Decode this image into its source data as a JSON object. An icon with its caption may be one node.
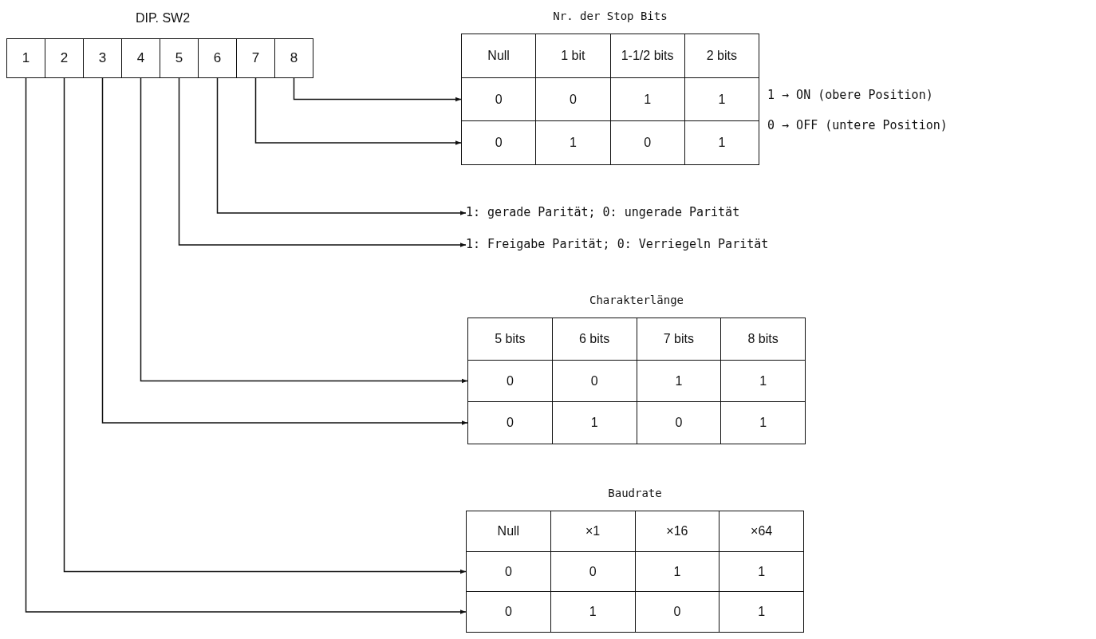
{
  "diagram": {
    "nodes": [
      {
        "text": [
          "DIP. SW2"
        ]
      },
      {
        "text": [
          "1"
        ],
        "in": 0
      },
      {
        "text": [
          "2"
        ],
        "in": 0
      },
      {
        "text": [
          "3"
        ],
        "in": 0
      },
      {
        "text": [
          "4"
        ],
        "in": 0
      },
      {
        "text": [
          "5"
        ],
        "in": 0
      },
      {
        "text": [
          "6"
        ],
        "in": 0
      },
      {
        "text": [
          "7"
        ],
        "in": 0
      },
      {
        "text": [
          "8"
        ],
        "in": 0
      },
      {
        "text": [
          "Nr. der Stop Bits"
        ]
      },
      {
        "text": [
          "Null",
          "1 bit",
          "1-1/2 bits",
          "2 bits"
        ],
        "in": 9
      },
      {
        "text": [
          "0",
          "0",
          "1",
          "1"
        ],
        "in": 9
      },
      {
        "text": [
          "0",
          "1",
          "0",
          "1"
        ],
        "in": 9
      },
      {
        "text": [
          "1: gerade Parität; 0: ungerade Parität"
        ]
      },
      {
        "text": [
          "1: Freigabe Parität; 0: Verriegeln  Parität"
        ]
      },
      {
        "text": [
          "Charakterlänge"
        ]
      },
      {
        "text": [
          "5 bits",
          "6 bits",
          "7 bits",
          "8 bits"
        ],
        "in": 15
      },
      {
        "text": [
          "0",
          "0",
          "1",
          "1"
        ],
        "in": 15
      },
      {
        "text": [
          "0",
          "1",
          "0",
          "1"
        ],
        "in": 15
      },
      {
        "text": [
          "Baudrate"
        ]
      },
      {
        "text": [
          "Null",
          "×1",
          "×16",
          "×64"
        ],
        "in": 19
      },
      {
        "text": [
          "0",
          "0",
          "1",
          "1"
        ],
        "in": 19
      },
      {
        "text": [
          "0",
          "1",
          "0",
          "1"
        ],
        "in": 19
      }
    ],
    "edges": [
      {
        "from": 8,
        "to": 11,
        "arrow": "to"
      },
      {
        "from": 7,
        "to": 12,
        "arrow": "to"
      },
      {
        "from": 6,
        "to": 13,
        "arrow": "to"
      },
      {
        "from": 5,
        "to": 14,
        "arrow": "to"
      },
      {
        "from": 4,
        "to": 17,
        "arrow": "to"
      },
      {
        "from": 3,
        "to": 18,
        "arrow": "to"
      },
      {
        "from": 2,
        "to": 21,
        "arrow": "to"
      },
      {
        "from": 1,
        "to": 22,
        "arrow": "to"
      }
    ],
    "labels": [
      "1 → ON  (obere Position)",
      "0 → OFF (untere Position)"
    ]
  }
}
